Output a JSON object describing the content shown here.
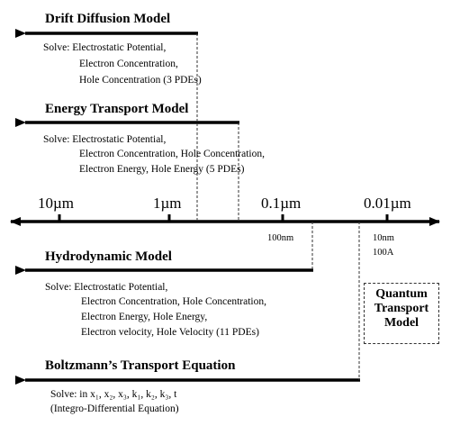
{
  "scale": {
    "ticks": [
      {
        "label": "10µm",
        "sub": ""
      },
      {
        "label": "1µm",
        "sub": ""
      },
      {
        "label": "0.1µm",
        "sub": "100nm"
      },
      {
        "label": "0.01µm",
        "sub": "10nm"
      }
    ],
    "extra_label": "100A"
  },
  "models": {
    "drift_diffusion": {
      "title": "Drift Diffusion Model",
      "solve": [
        "Solve: Electrostatic Potential,",
        "Electron Concentration,",
        "Hole Concentration   (3 PDEs)"
      ]
    },
    "energy_transport": {
      "title": "Energy Transport Model",
      "solve": [
        "Solve: Electrostatic Potential,",
        "Electron Concentration, Hole Concentration,",
        "Electron Energy,  Hole Energy   (5 PDEs)"
      ]
    },
    "hydrodynamic": {
      "title": "Hydrodynamic Model",
      "solve": [
        "Solve: Electrostatic Potential,",
        "Electron Concentration, Hole Concentration,",
        "Electron Energy, Hole Energy,",
        "Electron velocity, Hole Velocity   (11 PDEs)"
      ]
    },
    "boltzmann": {
      "title": "Boltzmann’s Transport Equation",
      "solve": [
        "Solve: in x₁, x₂, x₃, k₁, k₂, k₃, t",
        "(Integro-Differential Equation)"
      ]
    },
    "quantum": {
      "lines": [
        "Quantum",
        "Transport",
        "Model"
      ]
    }
  }
}
